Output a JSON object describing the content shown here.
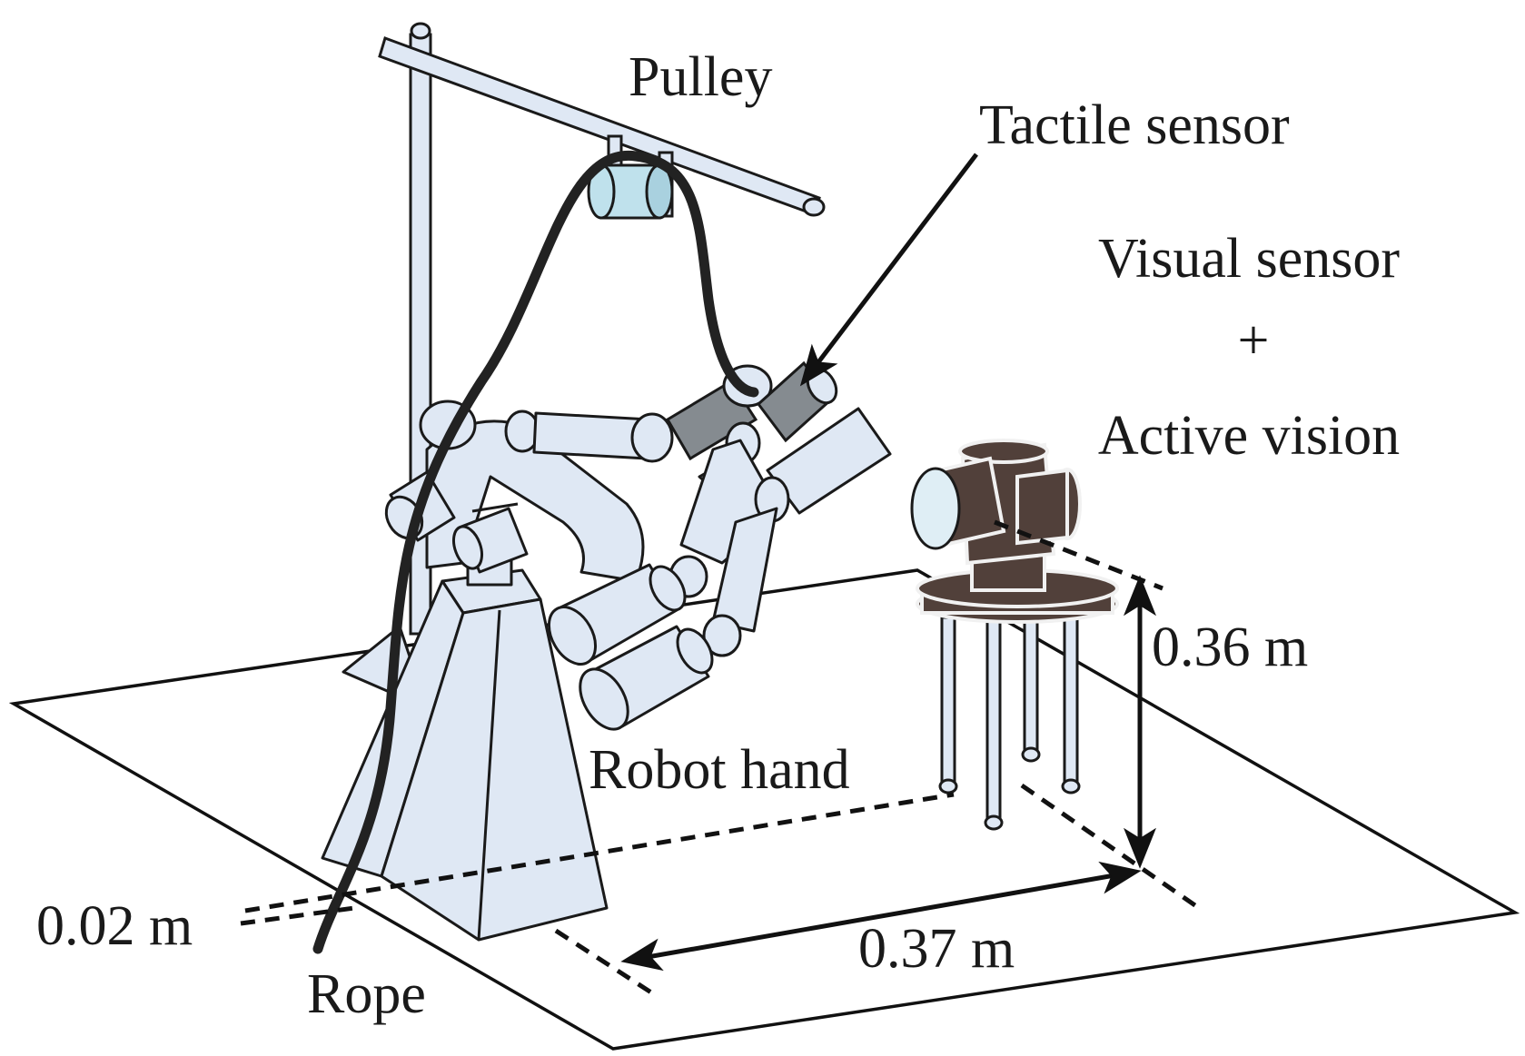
{
  "labels": {
    "pulley": "Pulley",
    "tactile_sensor": "Tactile sensor",
    "visual_sensor": "Visual sensor",
    "plus": "+",
    "active_vision": "Active vision",
    "robot_hand": "Robot hand",
    "rope": "Rope"
  },
  "dimensions": {
    "height": "0.36 m",
    "offset": "0.02 m",
    "distance": "0.37 m"
  },
  "colors": {
    "robot_body": "#dfe8f4",
    "tactile_sensor": "#858b90",
    "pulley": "#bfe1ec",
    "camera": "#51403a",
    "rope": "#222222",
    "line": "#111111"
  }
}
